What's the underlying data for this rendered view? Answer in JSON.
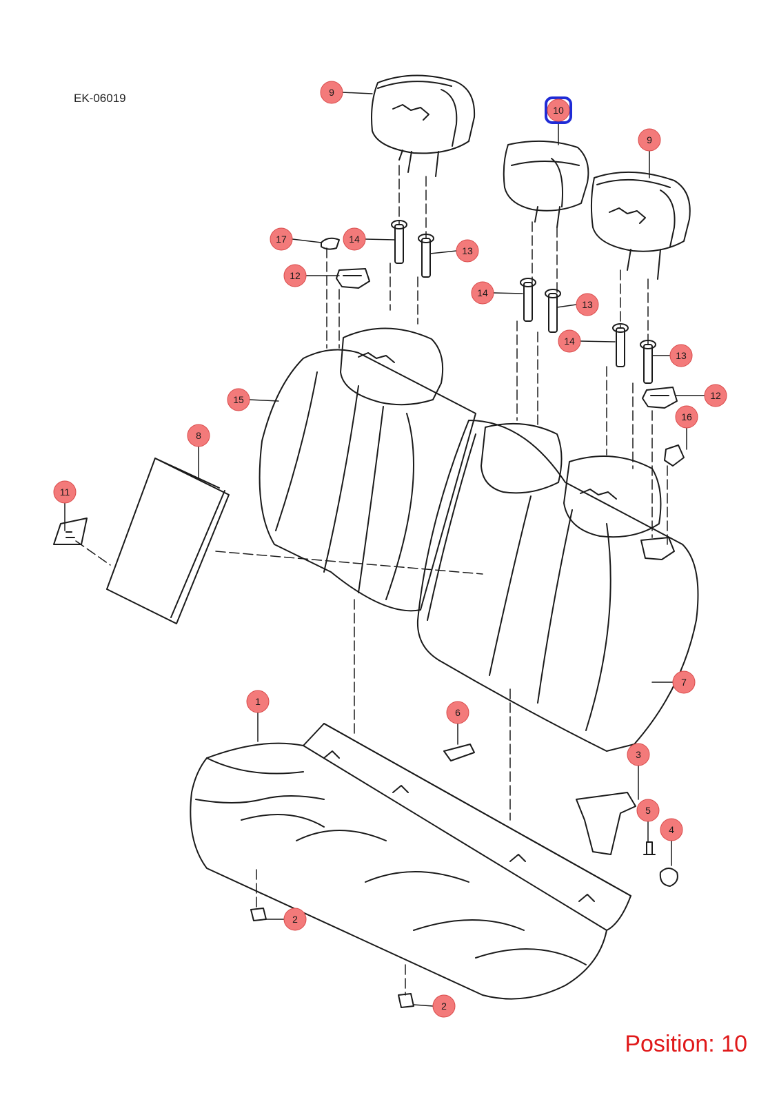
{
  "diagram": {
    "code": "EK-06019",
    "position_label": "Position: 10",
    "selected_part": "10",
    "colors": {
      "callout_fill": "#f37a7a",
      "callout_stroke": "#d94a4a",
      "selected_outline": "#1f2bd6",
      "line": "#1a1a1a",
      "position_text": "#e0191a"
    },
    "callouts": [
      "9",
      "10",
      "9",
      "17",
      "14",
      "13",
      "12",
      "14",
      "13",
      "14",
      "13",
      "12",
      "16",
      "15",
      "8",
      "11",
      "7",
      "1",
      "6",
      "3",
      "5",
      "4",
      "2",
      "2"
    ]
  }
}
